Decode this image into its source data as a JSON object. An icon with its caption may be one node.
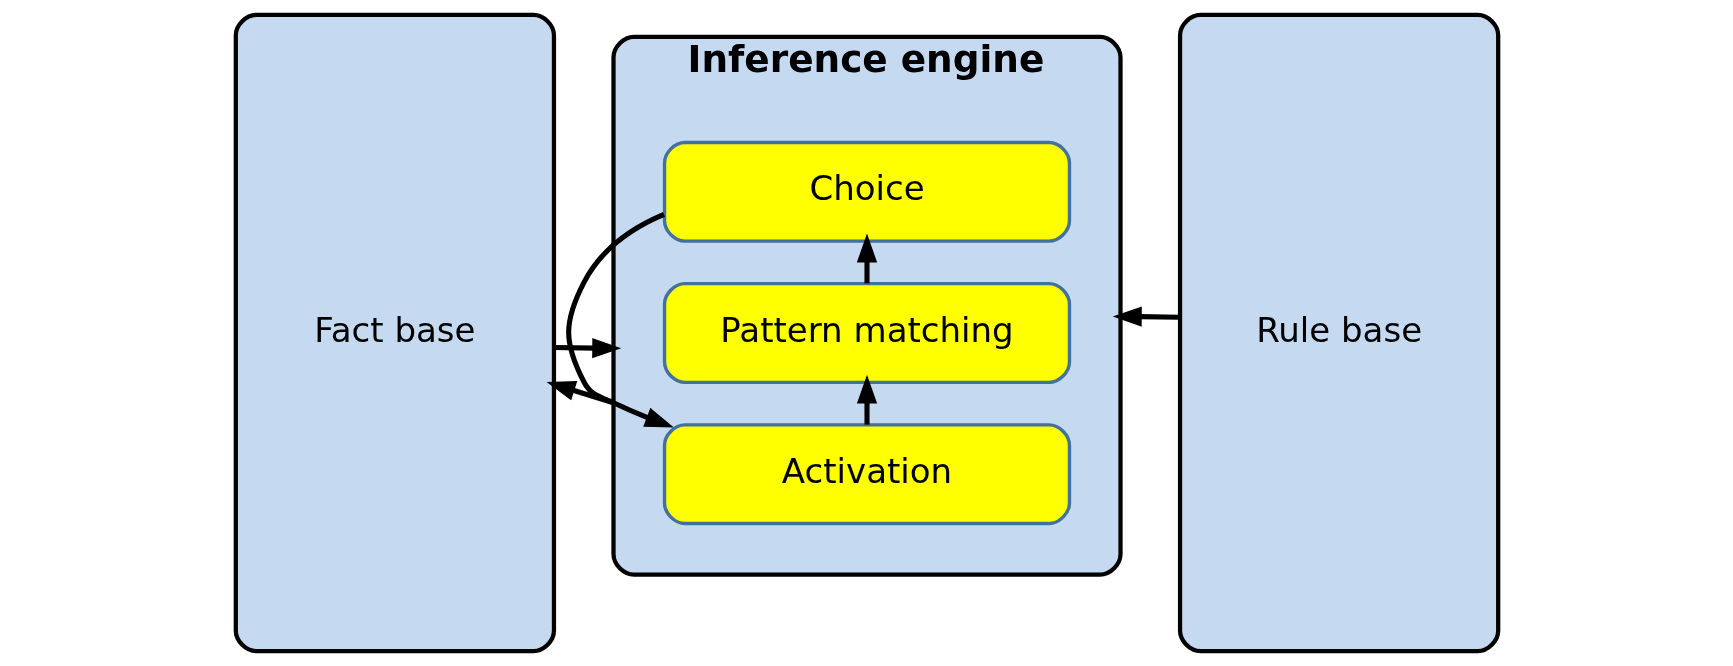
{
  "diagram": {
    "nodes": [
      {
        "text": [
          "Fact base"
        ]
      },
      {
        "text": [
          "Inference engine"
        ]
      },
      {
        "text": [
          "Pattern matching"
        ],
        "in": 1
      },
      {
        "text": [
          "Choice"
        ],
        "in": 1
      },
      {
        "text": [
          "Activation"
        ],
        "in": 1
      },
      {
        "text": [
          "Rule base"
        ]
      }
    ],
    "edges": [
      {
        "from": 0,
        "to": 1,
        "arrow": "to"
      },
      {
        "from": 1,
        "to": 0,
        "arrow": "to"
      },
      {
        "from": 5,
        "to": 1,
        "arrow": "to"
      },
      {
        "from": 2,
        "to": 3,
        "arrow": "to"
      },
      {
        "from": 3,
        "to": 4,
        "arrow": "to"
      },
      {
        "from": 4,
        "to": 2,
        "arrow": "to"
      }
    ]
  }
}
